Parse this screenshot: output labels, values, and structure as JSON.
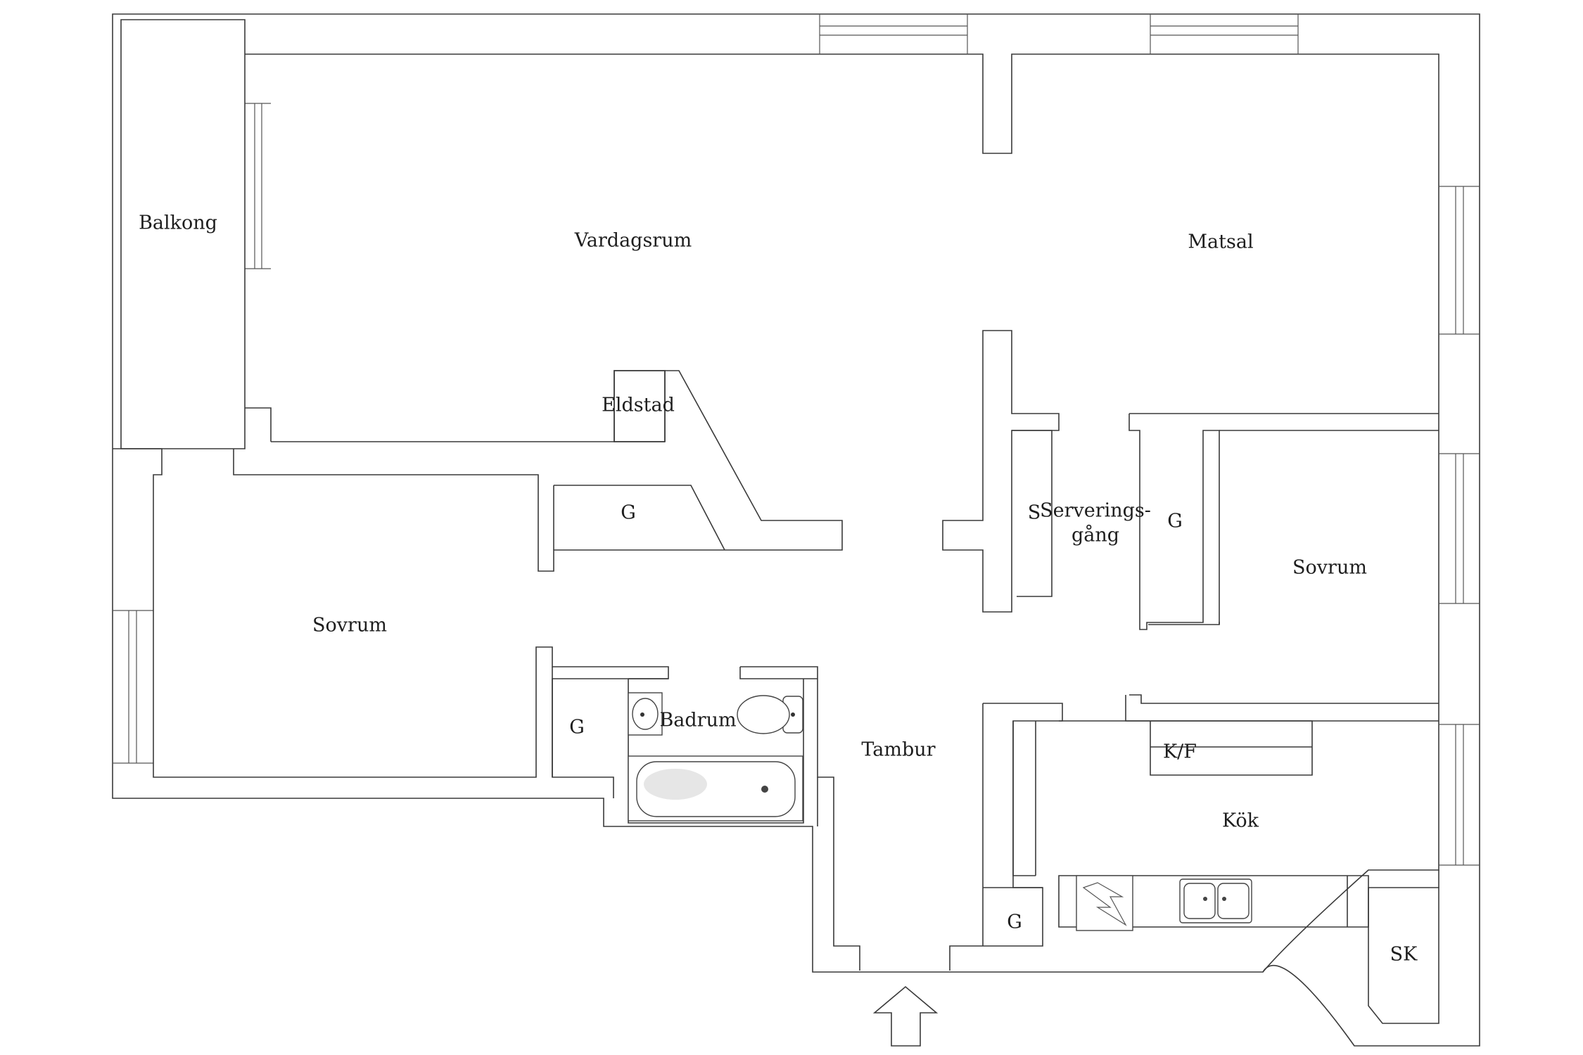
{
  "rooms": {
    "balcony": "Balkong",
    "living_room": "Vardagsrum",
    "dining_room": "Matsal",
    "fireplace": "Eldstad",
    "bedroom_west": "Sovrum",
    "bedroom_east": "Sovrum",
    "serving_corridor_line1": "Serverings-",
    "serving_corridor_line2": "gång",
    "bathroom": "Badrum",
    "vestibule": "Tambur",
    "kitchen": "Kök"
  },
  "storage": {
    "closet_fireplace": "G",
    "closet_serving": "G",
    "closet_bedroom_west": "G",
    "closet_entry": "G",
    "serving_cabinet": "S",
    "fridge_freezer": "K/F",
    "pantry": "SK"
  },
  "icons": {
    "entrance": "up-arrow-icon",
    "sink": "washbasin-icon",
    "toilet": "toilet-icon",
    "bathtub": "bathtub-icon",
    "stove": "stove-icon",
    "kitchen_sink": "double-sink-icon"
  }
}
